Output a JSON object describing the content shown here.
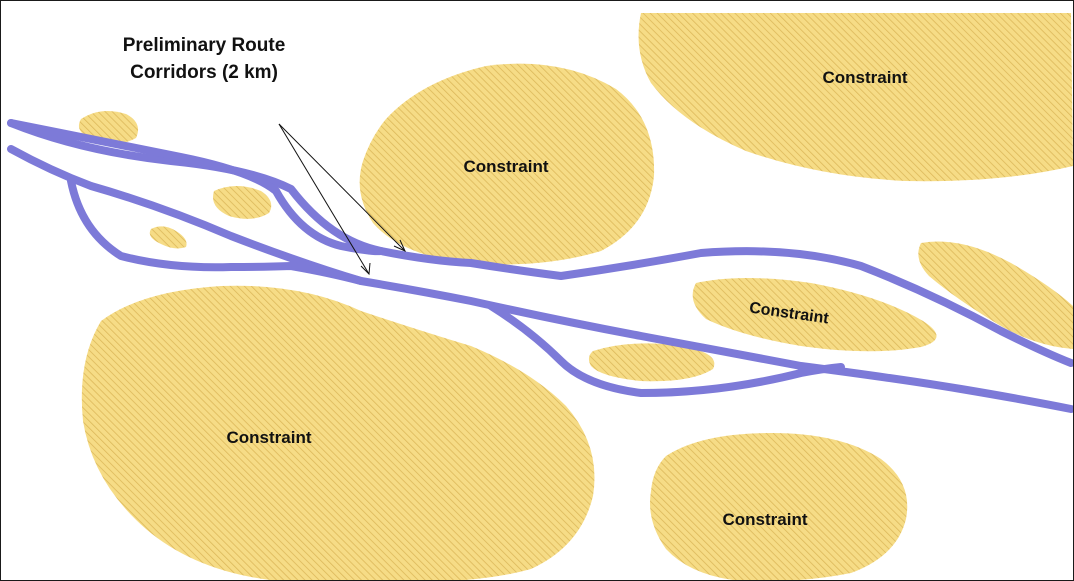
{
  "annotation": {
    "line1": "Preliminary Route",
    "line2": "Corridors (2 km)"
  },
  "constraints": [
    {
      "id": "top-right",
      "label": "Constraint"
    },
    {
      "id": "top-center",
      "label": "Constraint"
    },
    {
      "id": "middle-right",
      "label": "Constraint"
    },
    {
      "id": "bottom-left",
      "label": "Constraint"
    },
    {
      "id": "bottom-center",
      "label": "Constraint"
    }
  ],
  "colors": {
    "constraint_fill": "#f6dc86",
    "constraint_hatch": "#dcb85a",
    "corridor": "#7d7ad8",
    "arrow": "#111111",
    "border": "#1a1a1a"
  }
}
